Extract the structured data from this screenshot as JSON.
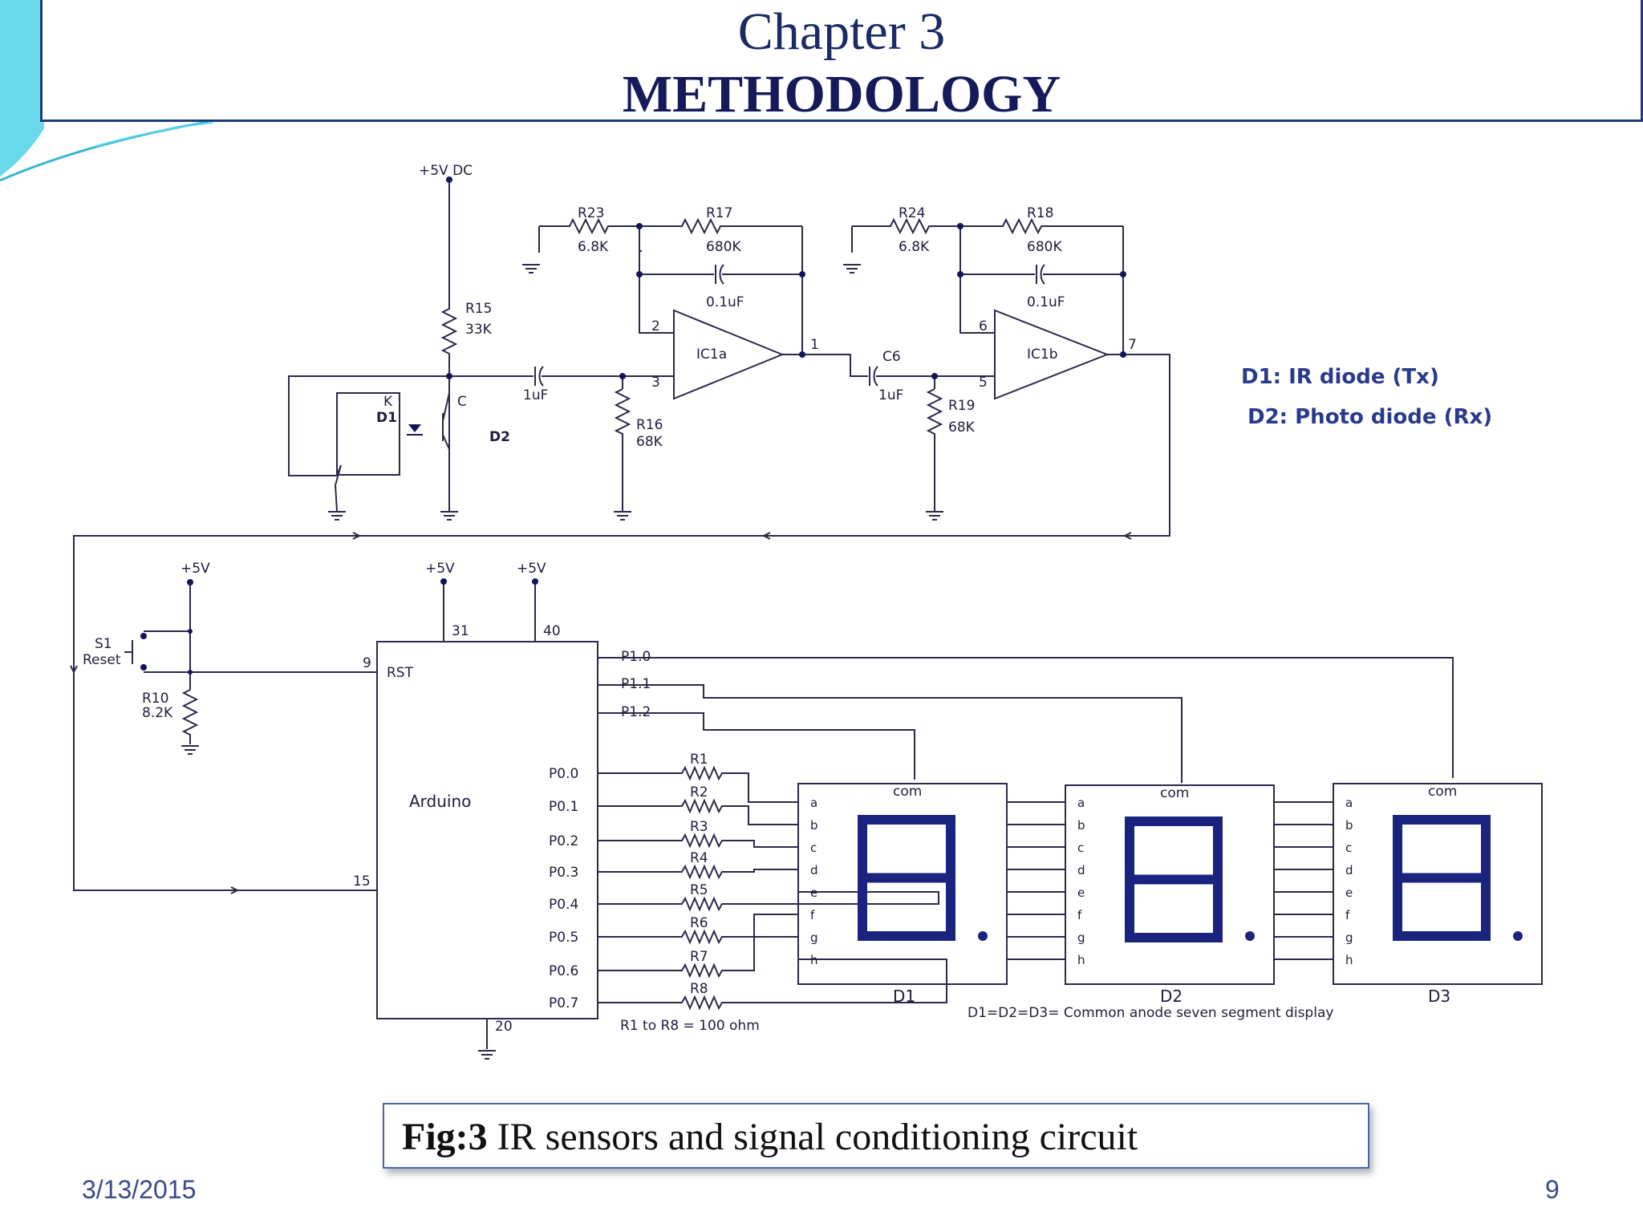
{
  "slide": {
    "chapter": "Chapter 3",
    "heading": "METHODOLOGY",
    "caption_bold": "Fig:3",
    "caption_text": " IR sensors and signal conditioning circuit",
    "date": "3/13/2015",
    "page_number": "9"
  },
  "colors": {
    "title_text": "#1c2a66",
    "title_border": "#1f3c7a",
    "wire": "#2a2a4a",
    "node": "#14145a",
    "segment": "#1a237e",
    "legend_text": "#2a3a8a",
    "deco_teal": "#4fd2e8"
  },
  "circuit": {
    "supplies": {
      "top": "+5V DC",
      "reset": "+5V",
      "pin31": "+5V",
      "pin40": "+5V"
    },
    "resistors": {
      "r23": "R23",
      "r23_val": "6.8K",
      "r17": "R17",
      "r17_val": "680K",
      "r24": "R24",
      "r24_val": "6.8K",
      "r18": "R18",
      "r18_val": "680K",
      "r15": "R15",
      "r15_val": "33K",
      "r16": "R16",
      "r16_val": "68K",
      "r19": "R19",
      "r19_val": "68K",
      "r10": "R10",
      "r10_val": "8.2K"
    },
    "capacitors": {
      "c_fb1": "0.1uF",
      "c_fb2": "0.1uF",
      "c_in1": "1uF",
      "c6": "C6",
      "c6_val": "1uF"
    },
    "opamps": {
      "a": "IC1a",
      "a_pin_inv": "2",
      "a_pin_non": "3",
      "a_pin_out": "1",
      "b": "IC1b",
      "b_pin_inv": "6",
      "b_pin_non": "5",
      "b_pin_out": "7"
    },
    "sensor": {
      "k": "K",
      "c": "C",
      "d1": "D1",
      "d2": "D2"
    },
    "legend": {
      "d1": "D1: IR diode (Tx)",
      "d2": "D2: Photo diode (Rx)"
    },
    "switch": {
      "name": "S1",
      "label": "Reset"
    },
    "mcu": {
      "name": "Arduino",
      "rst": "RST",
      "pin_rst": "9",
      "pin_int": "15",
      "pin_vcc1": "31",
      "pin_vcc2": "40",
      "pin_gnd": "20",
      "p1": [
        "P1.0",
        "P1.1",
        "P1.2"
      ],
      "p0": [
        "P0.0",
        "P0.1",
        "P0.2",
        "P0.3",
        "P0.4",
        "P0.5",
        "P0.6",
        "P0.7"
      ]
    },
    "series_resistors": [
      "R1",
      "R2",
      "R3",
      "R4",
      "R5",
      "R6",
      "R7",
      "R8"
    ],
    "series_note": "R1 to R8 = 100 ohm",
    "displays": {
      "names": [
        "D1",
        "D2",
        "D3"
      ],
      "com": "com",
      "segments": [
        "a",
        "b",
        "c",
        "d",
        "e",
        "f",
        "g",
        "h"
      ],
      "note": "D1=D2=D3= Common anode seven segment display"
    }
  }
}
